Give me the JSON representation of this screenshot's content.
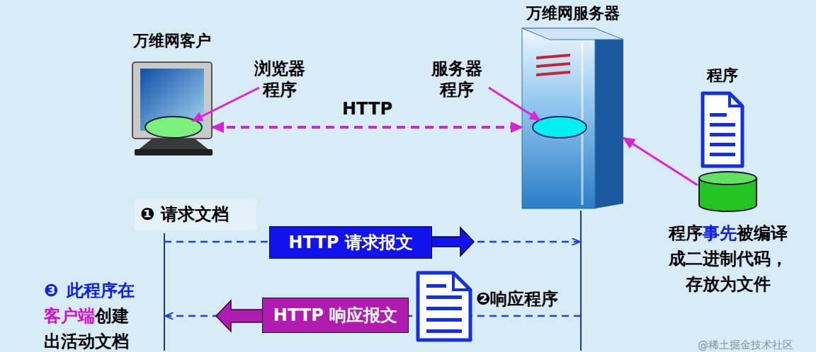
{
  "diagram": {
    "nodes": [
      {
        "text": [
          "万维网客户"
        ]
      },
      {
        "text": [
          "万维网服务器"
        ]
      },
      {
        "text": [
          "程序"
        ]
      },
      {
        "text": [
          "程序",
          "事先",
          "被编译 成二进制代码， 存放为文件"
        ]
      },
      {
        "text": [
          "HTTP 请求报文"
        ]
      },
      {
        "text": [
          "HTTP 响应报文"
        ]
      }
    ],
    "edges": [
      {
        "from": 0,
        "to": 1,
        "label": "HTTP",
        "arrow": "both"
      },
      {
        "from": 3,
        "to": 1,
        "arrow": "to"
      }
    ],
    "labels": [
      "浏览器 程序",
      "服务器 程序",
      "❶ 请求文档",
      "❷响应程序",
      "❸",
      "此程序在",
      "客户端",
      "创建 出活动文档",
      "@稀土掘金技术社区"
    ]
  }
}
